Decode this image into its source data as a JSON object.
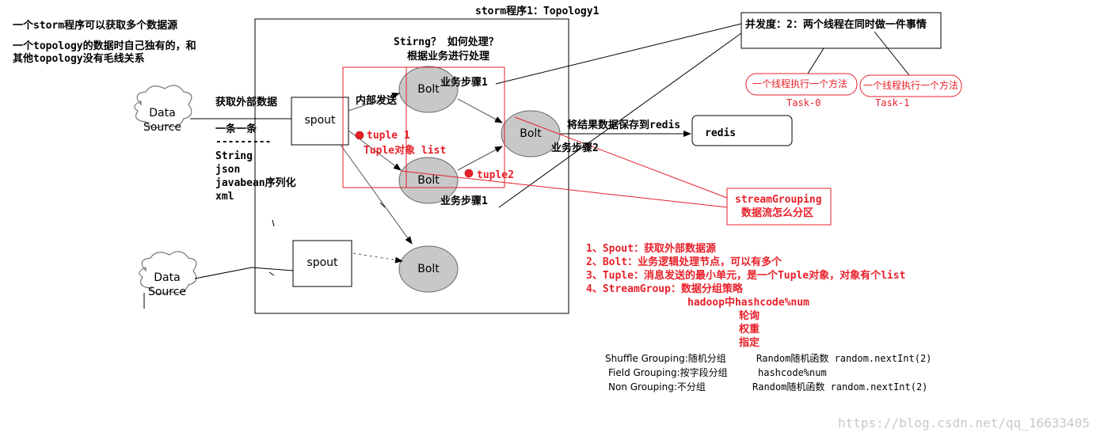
{
  "notes": {
    "line1": "一个storm程序可以获取多个数据源",
    "line2": "一个topology的数据时自己独有的，和",
    "line3": "其他topology没有毛线关系"
  },
  "topology_title": "storm程序1：Topology1",
  "processing": {
    "q1": "Stirng？ 如何处理？",
    "q2": "根据业务进行处理"
  },
  "components": {
    "data_source_1": "Data\nSource",
    "data_source_2": "Data\nSource",
    "spout_1": "spout",
    "spout_2": "spout",
    "bolt_top": "Bolt",
    "bolt_right": "Bolt",
    "bolt_mid": "Bolt",
    "bolt_bottom": "Bolt",
    "redis": "redis"
  },
  "labels": {
    "get_external": "获取外部数据",
    "one_by_one": "一条一条",
    "dashes": "---------",
    "fmt_string": "String",
    "fmt_json": "json",
    "fmt_javabean": "javabean序列化",
    "fmt_xml": "xml",
    "internal_send": "内部发送",
    "tuple1": "tuple 1",
    "tuple_obj": "Tuple对象 list",
    "tuple2": "tuple2",
    "step1_top": "业务步骤1",
    "step1_bottom": "业务步骤1",
    "step2": "业务步骤2",
    "save_redis": "将结果数据保存到redis"
  },
  "concurrency": {
    "title": "并发度：2：两个线程在同时做一件事情",
    "thread1": "一个线程执行一个方法",
    "thread2": "一个线程执行一个方法",
    "task0": "Task-0",
    "task1": "Task-1"
  },
  "stream_grouping": {
    "line1": "streamGrouping",
    "line2": "数据流怎么分区"
  },
  "summary": {
    "item1": "1、Spout：获取外部数据源",
    "item2": "2、Bolt：业务逻辑处理节点，可以有多个",
    "item3": "3、Tuple：消息发送的最小单元，是一个Tuple对象，对象有个list",
    "item4": "4、StreamGroup：数据分组策略",
    "sub1": "hadoop中hashcode%num",
    "sub2": "轮询",
    "sub3": "权重",
    "sub4": "指定"
  },
  "groupings": {
    "shuffle_name": "Shuffle Grouping:随机分组",
    "shuffle_desc": "Random随机函数 random.nextInt(2)",
    "field_name": "Field Grouping:按字段分组",
    "field_desc": "hashcode%num",
    "non_name": "Non Grouping:不分组",
    "non_desc": "Random随机函数 random.nextInt(2)"
  },
  "watermark": "https://blog.csdn.net/qq_16633405",
  "colors": {
    "accent_red": "#e8202a",
    "bolt_fill": "#c8c8c8",
    "line": "#000000"
  }
}
